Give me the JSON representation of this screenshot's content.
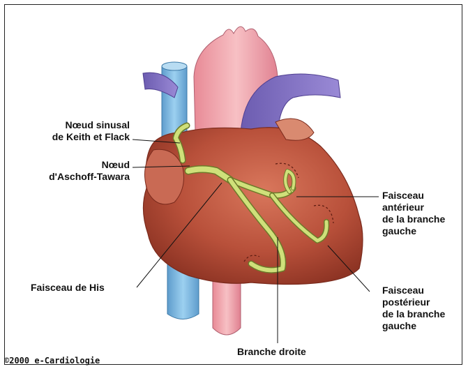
{
  "labels": {
    "sa_node": [
      "Nœud sinusal",
      "de Keith et Flack"
    ],
    "av_node": [
      "Nœud",
      "d'Aschoff-Tawara"
    ],
    "his": [
      "Faisceau de His"
    ],
    "anterior": [
      "Faisceau",
      "antérieur",
      "de la branche",
      "gauche"
    ],
    "posterior": [
      "Faisceau",
      "postérieur",
      "de la branche",
      "gauche"
    ],
    "right_branch": [
      "Branche droite"
    ]
  },
  "credit": "©2000 e-Cardiologie",
  "colors": {
    "heart": "#b8503a",
    "aorta": "#f0a0a8",
    "vena_cava": "#7ab8e0",
    "pulmonary": "#8a78c8",
    "conduction": "#c8d870"
  }
}
